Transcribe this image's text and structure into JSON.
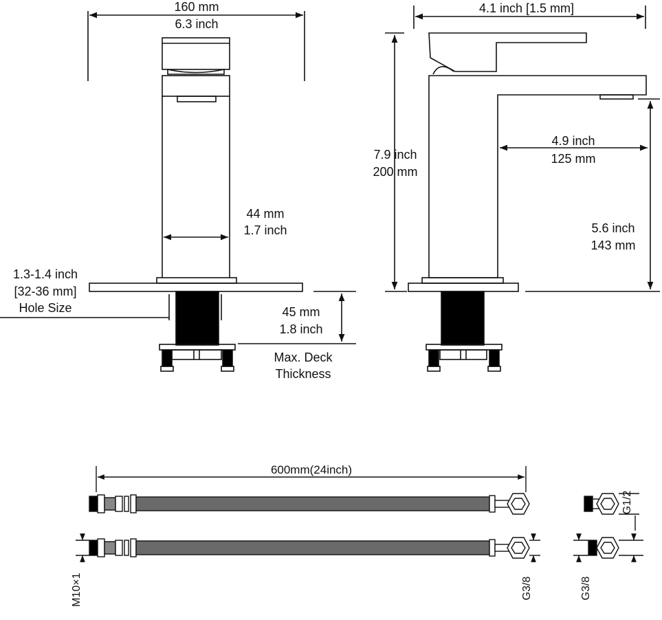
{
  "front_view": {
    "width_mm": "160 mm",
    "width_inch": "6.3 inch",
    "body_width_mm": "44 mm",
    "body_width_inch": "1.7 inch",
    "hole_size_range": "1.3-1.4 inch",
    "hole_size_mm": "[32-36 mm]",
    "hole_size_label": "Hole Size",
    "deck_mm": "45 mm",
    "deck_inch": "1.8 inch",
    "deck_label_line1": "Max. Deck",
    "deck_label_line2": "Thickness"
  },
  "side_view": {
    "depth": "4.1 inch [1.5 mm]",
    "height_inch": "7.9 inch",
    "height_mm": "200 mm",
    "reach_inch": "4.9 inch",
    "reach_mm": "125 mm",
    "spout_height_inch": "5.6 inch",
    "spout_height_mm": "143 mm"
  },
  "hoses": {
    "length": "600mm(24inch)",
    "thread_m10": "M10×1",
    "thread_g38_a": "G3/8",
    "thread_g12": "G1/2",
    "thread_g38_b": "G3/8"
  },
  "colors": {
    "line": "#111111",
    "hose": "#6a6a6a",
    "fill": "#000000"
  }
}
